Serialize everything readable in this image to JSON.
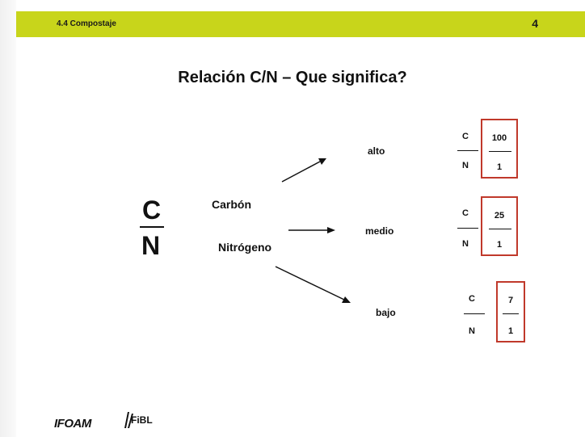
{
  "header": {
    "section": "4.4 Compostaje",
    "page_number": "4",
    "accent_color": "#c8d51b"
  },
  "slide": {
    "title": "Relación C/N – Que significa?",
    "main_fraction": {
      "numerator": "C",
      "denominator": "N"
    },
    "terms": {
      "carbon": "Carbón",
      "nitrogen": "Nitrógeno"
    },
    "levels": [
      {
        "label": "alto",
        "frac_c": "C",
        "frac_n": "N",
        "ratio_num": "100",
        "ratio_den": "1"
      },
      {
        "label": "medio",
        "frac_c": "C",
        "frac_n": "N",
        "ratio_num": "25",
        "ratio_den": "1"
      },
      {
        "label": "bajo",
        "frac_c": "C",
        "frac_n": "N",
        "ratio_num": "7",
        "ratio_den": "1"
      }
    ],
    "highlight_color": "#c0392b"
  },
  "footer": {
    "logos": [
      "IFOAM",
      "FiBL"
    ]
  }
}
